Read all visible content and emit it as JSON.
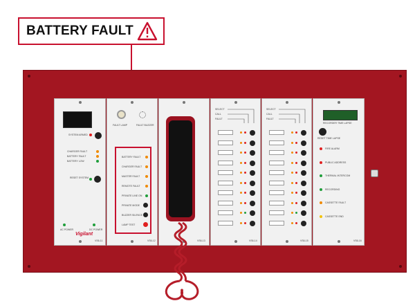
{
  "callout": {
    "label": "BATTERY FAULT",
    "color": "#c8102e"
  },
  "icons": {
    "warning": "warning-triangle-icon"
  },
  "panel1": {
    "status": "SYSTEM ARMED",
    "items": [
      "CHARGER FAULT",
      "BATTERY FAULT",
      "BATTERY LOW"
    ],
    "reset": "RESET SYSTEM",
    "ac_power": "AC POWER",
    "dc_power": "DC POWER",
    "brand": "Vigilant",
    "id": "VS6-11"
  },
  "panel2": {
    "header_left": "FAULT LAMP",
    "header_right": "FAULT BUZZER",
    "indicators": [
      {
        "label": "BATTERY FAULT",
        "led": "orange"
      },
      {
        "label": "CHARGER FAULT",
        "led": "orange"
      },
      {
        "label": "MASTER FAULT",
        "led": "orange"
      },
      {
        "label": "REMOTE FAULT",
        "led": "orange"
      },
      {
        "label": "PRIVATE LINE ON",
        "led": "green"
      },
      {
        "label": "PRIVATE MODE",
        "led": "black"
      },
      {
        "label": "BUZZER SILENCE",
        "led": "black"
      },
      {
        "label": "LAMP TEST",
        "led": "red"
      }
    ],
    "id": "VS6-12"
  },
  "panel3": {
    "id": "VS6-13"
  },
  "strip_header": [
    "SELECT",
    "CALL",
    "FAULT"
  ],
  "strips": [
    {
      "id": "VS6-14",
      "rows": 10
    },
    {
      "id": "VS6-15",
      "rows": 10
    }
  ],
  "panel6": {
    "title": "RECORDER TIME LAPSE",
    "knob_label": "RESET TIME LAPSE",
    "items": [
      {
        "label": "FIRE ALARM",
        "led": "red"
      },
      {
        "label": "PUBLIC ADDRESS",
        "led": "red"
      },
      {
        "label": "THERMAL INTERCOM",
        "led": "green"
      },
      {
        "label": "RECORDING",
        "led": "green"
      },
      {
        "label": "CASSETTE FAULT",
        "led": "orange"
      },
      {
        "label": "CASSETTE END",
        "led": "yellow"
      }
    ],
    "id": "VS6-16"
  }
}
